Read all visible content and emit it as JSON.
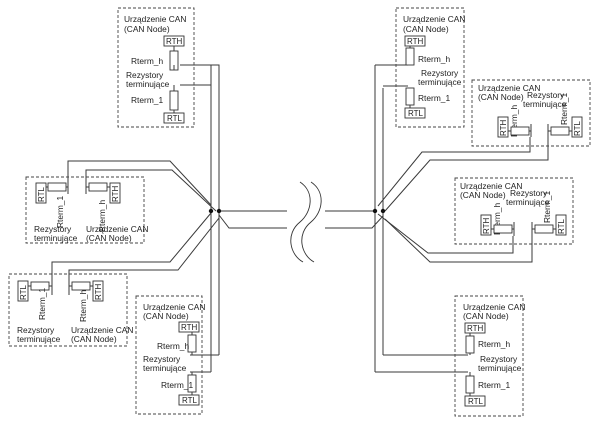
{
  "title": "CAN bus network with termination resistors",
  "labels": {
    "node": "Urządzenie CAN",
    "node_en": "(CAN Node)",
    "resistors_line1": "Rezystory",
    "resistors_line2": "terminujące",
    "rterm_h": "Rterm_h",
    "rterm_l": "Rterm_1",
    "rth": "RTH",
    "rtl": "RTL"
  },
  "nodes": [
    {
      "id": "top-left",
      "orientation": "vertical",
      "side": "left-bus"
    },
    {
      "id": "left-upper",
      "orientation": "horizontal",
      "side": "left-bus"
    },
    {
      "id": "left-lower",
      "orientation": "horizontal",
      "side": "left-bus"
    },
    {
      "id": "bottom-left",
      "orientation": "vertical",
      "side": "left-bus"
    },
    {
      "id": "top-right",
      "orientation": "vertical",
      "side": "right-bus"
    },
    {
      "id": "right-upper",
      "orientation": "horizontal",
      "side": "right-bus"
    },
    {
      "id": "right-lower",
      "orientation": "horizontal",
      "side": "right-bus"
    },
    {
      "id": "bottom-right",
      "orientation": "vertical",
      "side": "right-bus"
    }
  ],
  "bus": {
    "junctions": 4,
    "break_symbol": "wavy-break"
  }
}
